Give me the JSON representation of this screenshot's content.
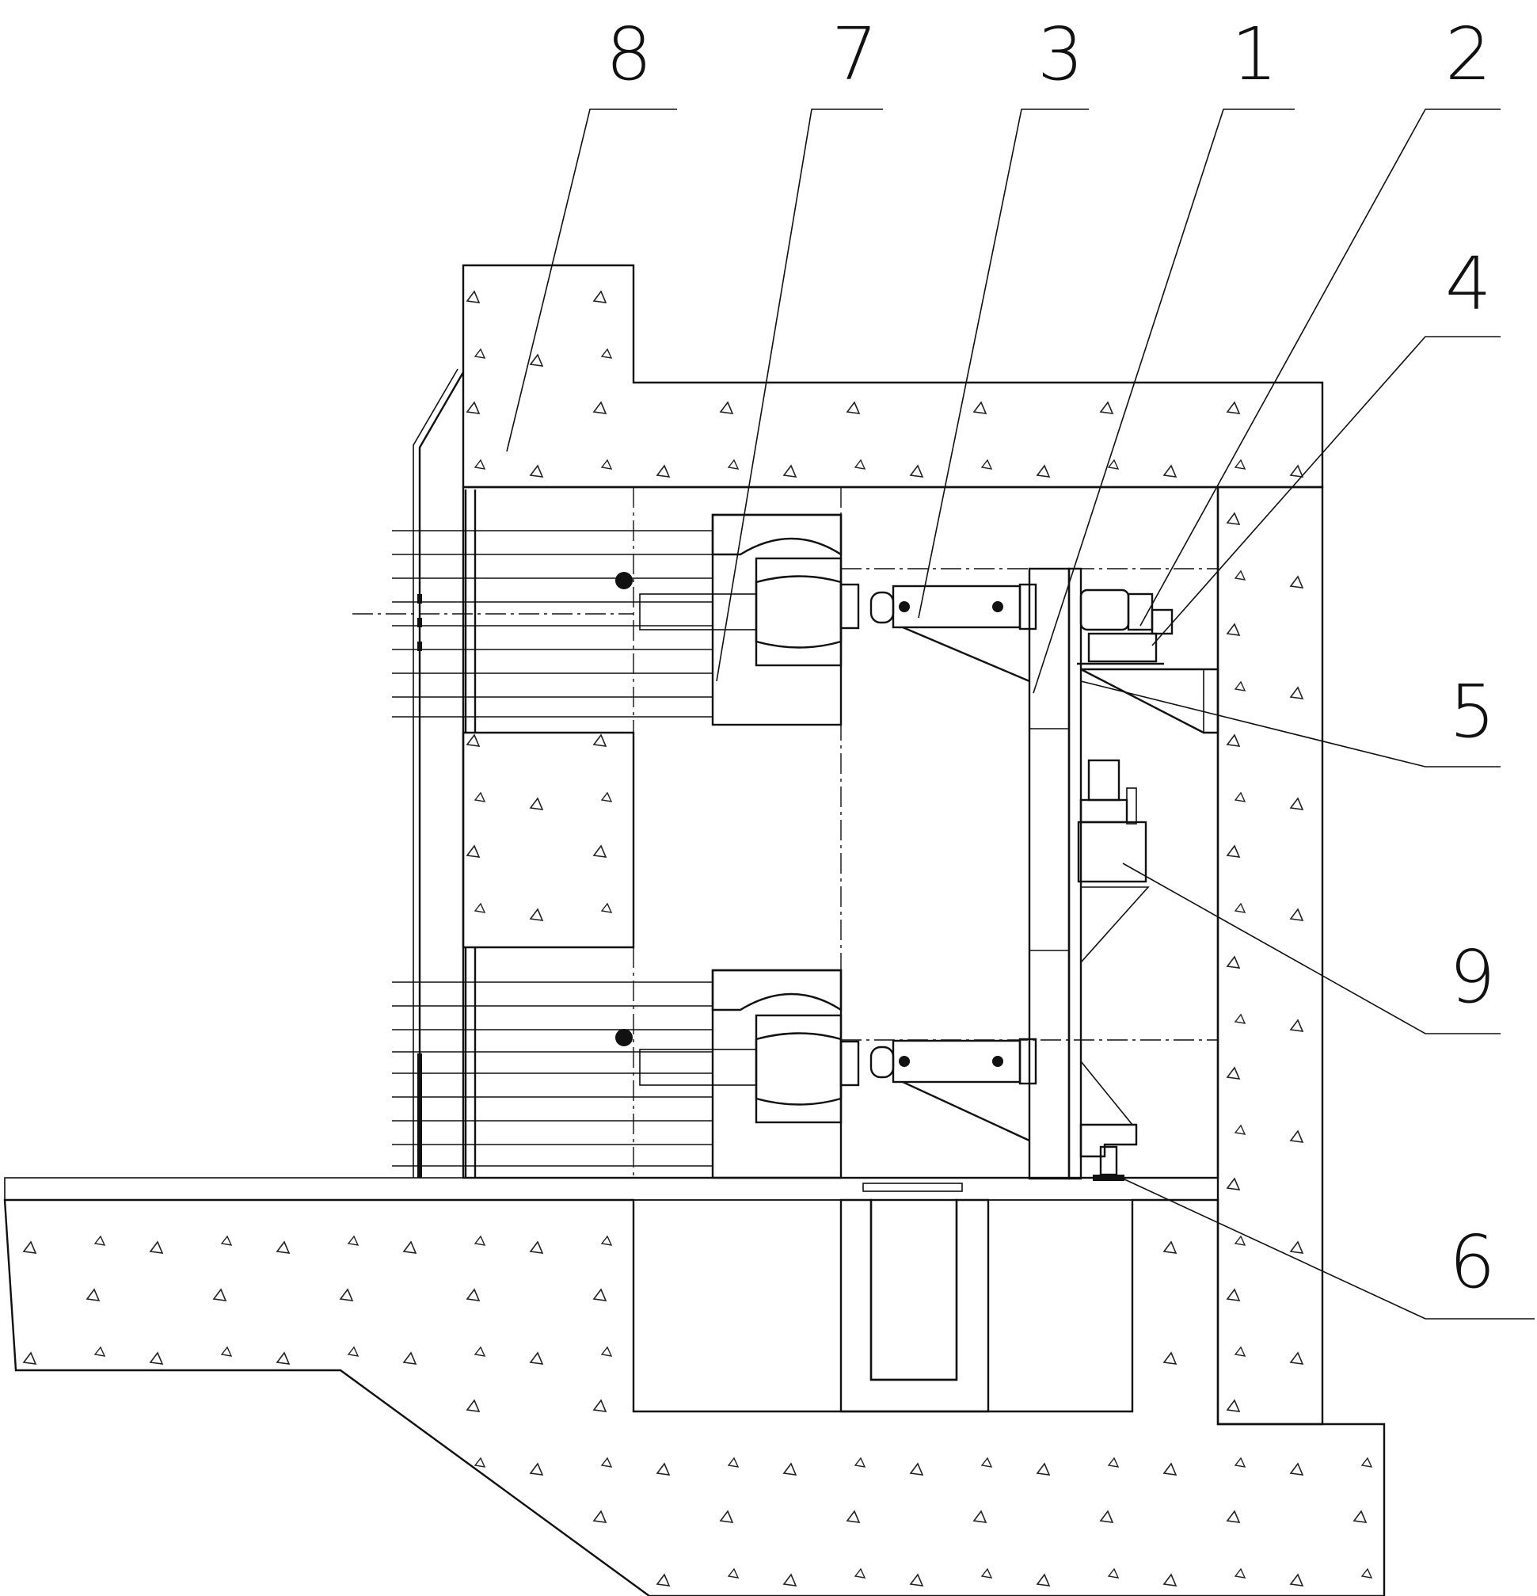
{
  "diagram": {
    "callouts": [
      {
        "id": "label-8",
        "text": "8"
      },
      {
        "id": "label-7",
        "text": "7"
      },
      {
        "id": "label-3",
        "text": "3"
      },
      {
        "id": "label-1",
        "text": "1"
      },
      {
        "id": "label-2",
        "text": "2"
      },
      {
        "id": "label-4",
        "text": "4"
      },
      {
        "id": "label-5",
        "text": "5"
      },
      {
        "id": "label-9",
        "text": "9"
      },
      {
        "id": "label-6",
        "text": "6"
      }
    ]
  }
}
